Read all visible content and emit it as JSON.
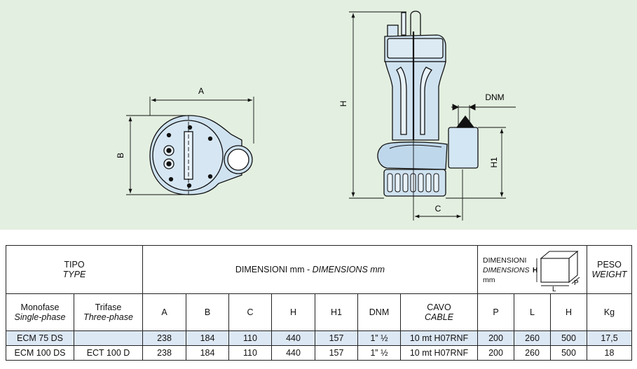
{
  "drawing": {
    "labels": {
      "a": "A",
      "b": "B",
      "h": "H",
      "h1": "H1",
      "c": "C",
      "dnm": "DNM"
    }
  },
  "table": {
    "header": {
      "tipo": "TIPO",
      "type": "TYPE",
      "dimensioni": "DIMENSIONI mm - ",
      "dimensions": "DIMENSIONS mm",
      "box_dimensioni": "DIMENSIONI",
      "box_dimensions": "DIMENSIONS",
      "box_mm": "mm",
      "box_h": "H",
      "box_l": "L",
      "box_p": "P",
      "peso": "PESO",
      "weight": "WEIGHT"
    },
    "subheader": {
      "monofase": "Monofase",
      "single_phase": "Single-phase",
      "trifase": "Trifase",
      "three_phase": "Three-phase",
      "a": "A",
      "b": "B",
      "c": "C",
      "h": "H",
      "h1": "H1",
      "dnm": "DNM",
      "cavo": "CAVO",
      "cable": "CABLE",
      "p": "P",
      "l": "L",
      "h_box": "H",
      "kg": "Kg"
    },
    "rows": [
      {
        "mono": "ECM 75 DS",
        "tri": "",
        "a": "238",
        "b": "184",
        "c": "110",
        "h": "440",
        "h1": "157",
        "dnm": "1” ½",
        "cavo": "10 mt H07RNF",
        "p": "200",
        "l": "260",
        "hb": "500",
        "kg": "17,5"
      },
      {
        "mono": "ECM 100 DS",
        "tri": "ECT 100 D",
        "a": "238",
        "b": "184",
        "c": "110",
        "h": "440",
        "h1": "157",
        "dnm": "1” ½",
        "cavo": "10 mt H07RNF",
        "p": "200",
        "l": "260",
        "hb": "500",
        "kg": "18"
      }
    ]
  },
  "colors": {
    "drawing_bg": "#e3efe0",
    "pump_fill": "#cfe2f0",
    "row_highlight": "#dde8f5"
  }
}
